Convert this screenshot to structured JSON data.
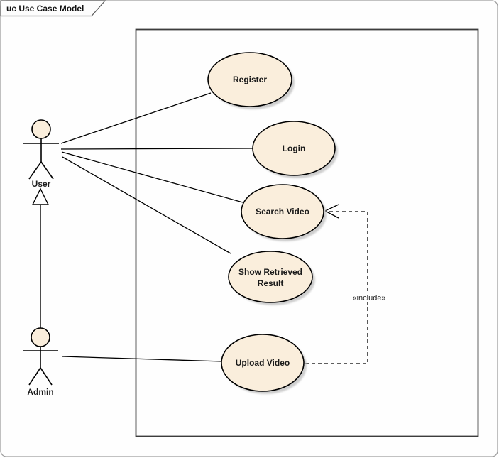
{
  "frame": {
    "tab_label": "uc Use Case Model"
  },
  "actors": [
    {
      "id": "user",
      "label": "User"
    },
    {
      "id": "admin",
      "label": "Admin"
    }
  ],
  "use_cases": [
    {
      "id": "register",
      "label": "Register"
    },
    {
      "id": "login",
      "label": "Login"
    },
    {
      "id": "search-video",
      "label": "Search Video"
    },
    {
      "id": "show-retrieved-result",
      "label_line1": "Show Retrieved",
      "label_line2": "Result"
    },
    {
      "id": "upload-video",
      "label": "Upload Video"
    }
  ],
  "relationships": {
    "associations": [
      {
        "from": "User",
        "to": "Register"
      },
      {
        "from": "User",
        "to": "Login"
      },
      {
        "from": "User",
        "to": "Search Video"
      },
      {
        "from": "User",
        "to": "Show Retrieved Result"
      },
      {
        "from": "Admin",
        "to": "Upload Video"
      }
    ],
    "generalization": {
      "from": "Admin",
      "to": "User"
    },
    "include": {
      "from": "Upload Video",
      "to": "Search Video",
      "label": "«include»"
    }
  },
  "colors": {
    "element_fill": "#FAEEDC",
    "element_stroke": "#000000",
    "shadow": "#C3C3C3",
    "frame_border": "#9E9E9E"
  }
}
